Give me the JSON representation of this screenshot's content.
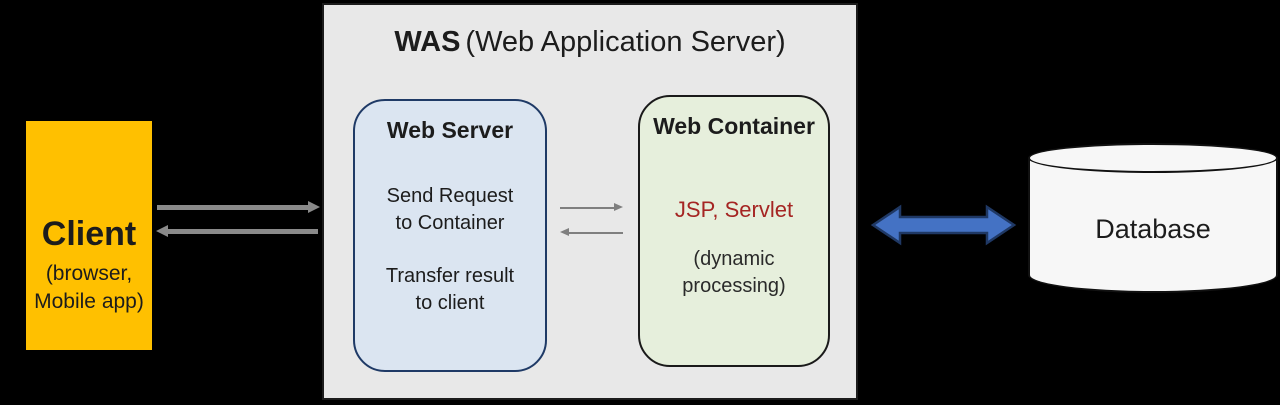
{
  "colors": {
    "background": "#000000",
    "was_panel_fill": "#e8e8e8",
    "client_fill": "#ffc000",
    "web_server_fill": "#dbe5f1",
    "web_server_border": "#1f3a66",
    "web_container_fill": "#e6efdc",
    "jsp_servlet_text": "#a52523",
    "database_fill": "#f7f7f7",
    "connector_gray": "#8a8a8a",
    "db_arrow_fill": "#4472c4",
    "db_arrow_border": "#1f3864"
  },
  "client": {
    "title": "Client",
    "subtitle_lines": [
      "(browser,",
      "Mobile app)"
    ]
  },
  "was": {
    "title_abbr": "WAS",
    "title_rest": "(Web Application Server)"
  },
  "web_server": {
    "title": "Web Server",
    "paragraphs": [
      [
        "Send Request",
        "to Container"
      ],
      [
        "Transfer result",
        "to client"
      ]
    ]
  },
  "web_container": {
    "title": "Web Container",
    "tech_label": "JSP, Servlet",
    "note_lines": [
      "(dynamic",
      "processing)"
    ]
  },
  "database": {
    "label": "Database"
  },
  "icons": {
    "client_request_arrow": "right-block-arrow",
    "was_response_arrow": "left-block-arrow",
    "server_to_container_arrow": "thin-right-arrow",
    "container_to_server_arrow": "thin-left-arrow",
    "was_database_arrow": "blue-double-headed-arrow"
  }
}
